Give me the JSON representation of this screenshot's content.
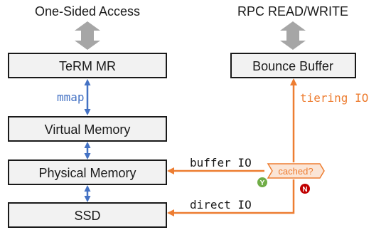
{
  "headers": {
    "left": "One-Sided Access",
    "right": "RPC READ/WRITE"
  },
  "boxes": {
    "term_mr": "TeRM MR",
    "bounce_buffer": "Bounce Buffer",
    "virtual_memory": "Virtual Memory",
    "physical_memory": "Physical Memory",
    "ssd": "SSD"
  },
  "edge_labels": {
    "mmap": "mmap",
    "tiering_io": "tiering IO",
    "buffer_io": "buffer IO",
    "direct_io": "direct IO"
  },
  "decision": {
    "label": "cached?",
    "yes": "Y",
    "no": "N"
  },
  "colors": {
    "box_fill": "#f2f2f2",
    "box_stroke": "#1a1a1a",
    "gray_arrow": "#a6a6a6",
    "blue": "#4472c4",
    "orange": "#ed7d31",
    "decision_fill": "#fbe5d6",
    "yes_green": "#70ad47",
    "no_red": "#c00000"
  }
}
